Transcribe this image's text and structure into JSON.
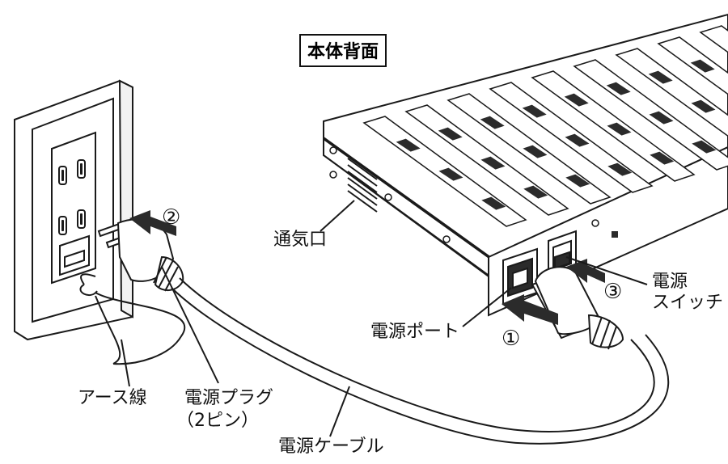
{
  "title": "本体背面",
  "labels": {
    "vent": "通気口",
    "power_port": "電源ポート",
    "power_switch_line1": "電源",
    "power_switch_line2": "スイッチ",
    "earth_wire": "アース線",
    "power_plug_line1": "電源プラグ",
    "power_plug_line2": "（2ピン）",
    "power_cable": "電源ケーブル"
  },
  "steps": {
    "step1": "①",
    "step2": "②",
    "step3": "③"
  },
  "colors": {
    "line": "#1a1a1a",
    "dark_fill": "#2b2b2b",
    "slot_fill": "#3a3a3a",
    "background": "#ffffff"
  }
}
